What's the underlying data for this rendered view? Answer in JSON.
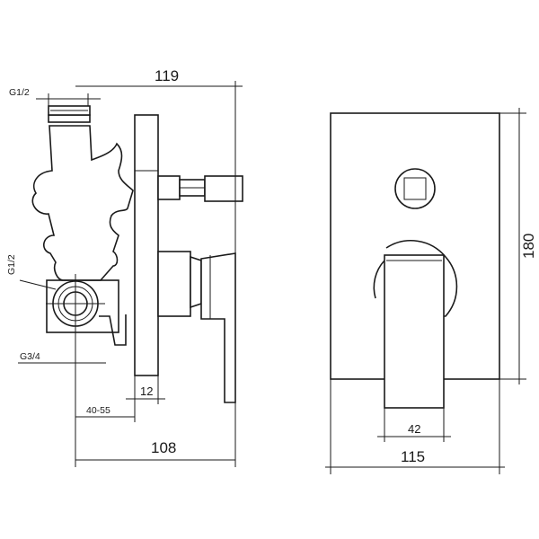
{
  "dimensions": {
    "g_half_top": "G1/2",
    "g_half_left": "G1/2",
    "g_three_quarter": "G3/4",
    "depth_119": "119",
    "depth_12": "12",
    "range_40_55": "40-55",
    "depth_108": "108",
    "height_180": "180",
    "handle_42": "42",
    "width_115": "115"
  }
}
